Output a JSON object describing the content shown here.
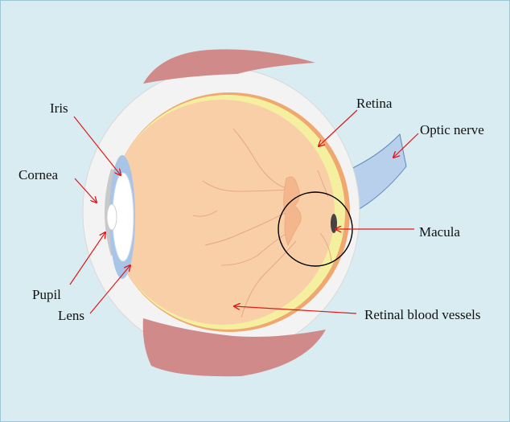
{
  "diagram": {
    "labels": {
      "iris": "Iris",
      "cornea": "Cornea",
      "pupil": "Pupil",
      "lens": "Lens",
      "retina": "Retina",
      "optic_nerve": "Optic nerve",
      "macula": "Macula",
      "retinal_blood_vessels": "Retinal blood vessels"
    },
    "colors": {
      "background": "#d9ecf2",
      "sclera": "#f3f3f3",
      "eyeball_interior": "#f9cfa8",
      "retina_yellow": "#f5f0a0",
      "retina_orange": "#f0a870",
      "eyelid": "#d08a8a",
      "iris_blue": "#a8c4e6",
      "optic_nerve": "#b8d0ec",
      "arrow": "#e01818"
    }
  }
}
